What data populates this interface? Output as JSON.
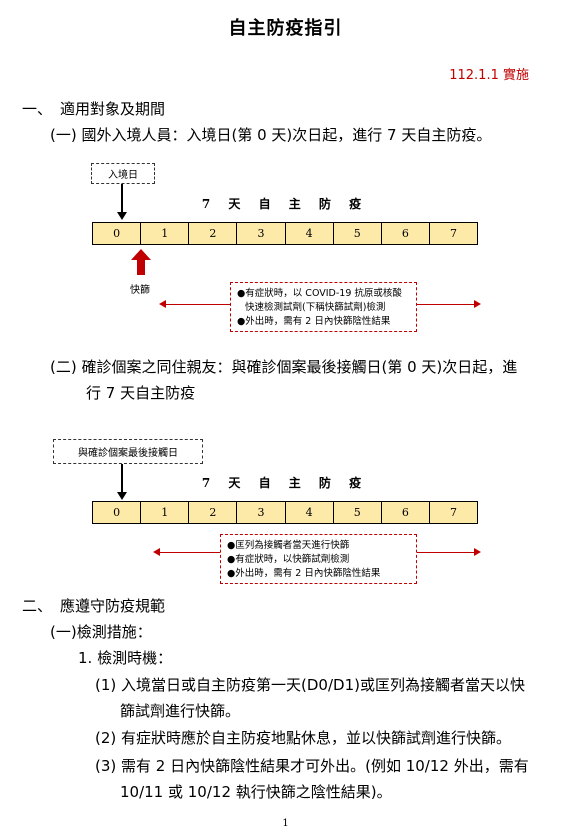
{
  "title": "自主防疫指引",
  "date": "112.1.1 實施",
  "sec1": {
    "num": "一、",
    "heading": "適用對象及期間",
    "item1": "(一)  國外入境人員：入境日(第 0 天)次日起，進行 7 天自主防疫。",
    "timeline1": {
      "start_label": "入境日",
      "title": "7 天 自 主 防 疫",
      "days": [
        "0",
        "1",
        "2",
        "3",
        "4",
        "5",
        "6",
        "7"
      ],
      "marker_label": "快篩",
      "notes": [
        "●有症狀時，以 COVID-19 抗原或核酸",
        "快速檢測試劑(下稱快篩試劑)檢測",
        "●外出時，需有 2 日內快篩陰性結果"
      ]
    },
    "item2_line1": "(二)  確診個案之同住親友：與確診個案最後接觸日(第 0 天)次日起，進",
    "item2_line2": "行 7 天自主防疫",
    "timeline2": {
      "start_label": "與確診個案最後接觸日",
      "title": "7 天 自 主 防 疫",
      "days": [
        "0",
        "1",
        "2",
        "3",
        "4",
        "5",
        "6",
        "7"
      ],
      "notes": [
        "●匡列為接觸者當天進行快篩",
        "●有症狀時，以快篩試劑檢測",
        "●外出時，需有 2 日內快篩陰性結果"
      ]
    }
  },
  "sec2": {
    "num": "二、",
    "heading": "應遵守防疫規範",
    "sub1": "(一)檢測措施：",
    "sub1_1": "1. 檢測時機：",
    "p1_line1": "(1) 入境當日或自主防疫第一天(D0/D1)或匡列為接觸者當天以快",
    "p1_line2": "篩試劑進行快篩。",
    "p2": "(2) 有症狀時應於自主防疫地點休息，並以快篩試劑進行快篩。",
    "p3_line1": "(3) 需有 2 日內快篩陰性結果才可外出。(例如 10/12 外出，需有",
    "p3_line2": "10/11 或 10/12 執行快篩之陰性結果)。"
  },
  "page_number": "1"
}
